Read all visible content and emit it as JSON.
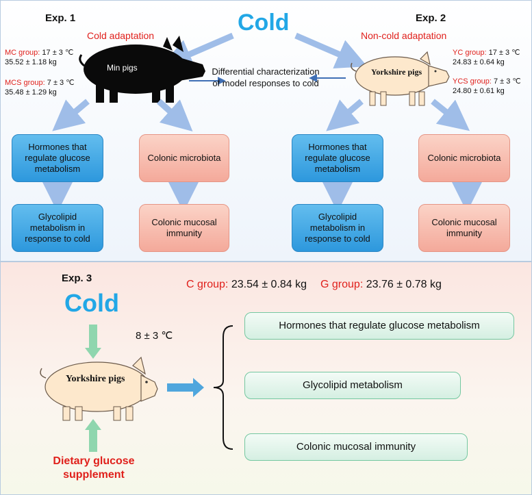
{
  "exp1": {
    "label": "Exp. 1",
    "adaptation": "Cold adaptation",
    "pig_label": "Min pigs",
    "mc_name": "MC group:",
    "mc_temp": "17 ± 3 ℃",
    "mc_weight": "35.52 ± 1.18 kg",
    "mcs_name": "MCS group:",
    "mcs_temp": "7 ± 3 ℃",
    "mcs_weight": "35.48 ± 1.29 kg",
    "box_hormones": "Hormones that regulate glucose metabolism",
    "box_microbiota": "Colonic microbiota",
    "box_glycolipid": "Glycolipid metabolism in response to cold",
    "box_immunity": "Colonic mucosal immunity"
  },
  "exp2": {
    "label": "Exp. 2",
    "adaptation": "Non-cold adaptation",
    "pig_label": "Yorkshire pigs",
    "yc_name": "YC group:",
    "yc_temp": "17 ± 3 ℃",
    "yc_weight": "24.83 ± 0.64 kg",
    "ycs_name": "YCS group:",
    "ycs_temp": "7 ± 3 ℃",
    "ycs_weight": "24.80 ± 0.61 kg",
    "box_hormones": "Hormones that regulate glucose metabolism",
    "box_microbiota": "Colonic microbiota",
    "box_glycolipid": "Glycolipid metabolism in response to cold",
    "box_immunity": "Colonic mucosal immunity"
  },
  "top": {
    "cold": "Cold",
    "center_text": "Differential characterization of model responses to cold"
  },
  "exp3": {
    "label": "Exp. 3",
    "cold": "Cold",
    "temp": "8 ± 3 ℃",
    "c_name": "C group:",
    "c_weight": "23.54 ± 0.84 kg",
    "g_name": "G group:",
    "g_weight": "23.76 ± 0.78 kg",
    "pig_label": "Yorkshire pigs",
    "supplement_line1": "Dietary glucose",
    "supplement_line2": "supplement",
    "outcomes": [
      "Hormones that regulate glucose  metabolism",
      "Glycolipid metabolism",
      "Colonic mucosal immunity"
    ]
  },
  "colors": {
    "cold_blue": "#22a7e6",
    "accent_red": "#e0201b",
    "box_blue": "#3fa9e6",
    "box_pink": "#f7b8aa",
    "box_green": "#dff3e9",
    "arrow_blue": "#9fbde8",
    "arrow_green": "#8fd6ae"
  }
}
